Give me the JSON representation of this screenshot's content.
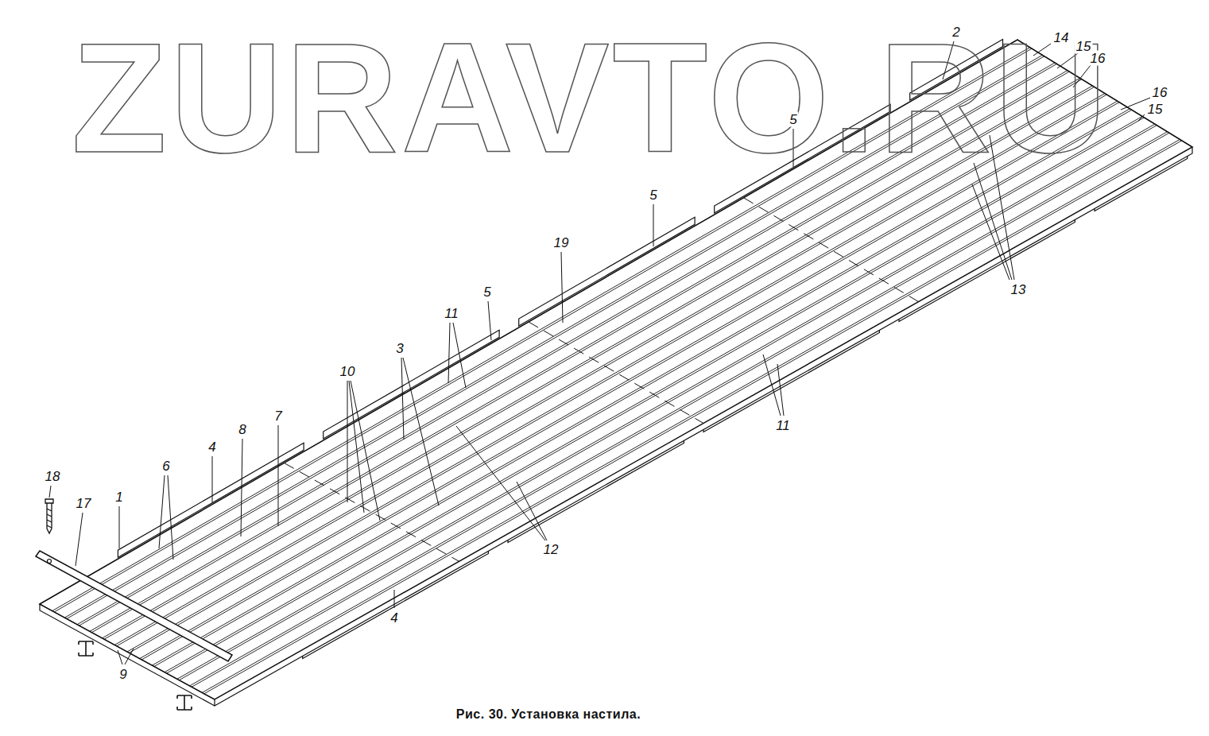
{
  "diagram": {
    "caption": "Рис. 30. Установка настила.",
    "labels": [
      "ZURAVTO.RU",
      "2",
      "14",
      "15",
      "16",
      "16",
      "15",
      "5",
      "5",
      "19",
      "5",
      "11",
      "3",
      "10",
      "4",
      "8",
      "7",
      "6",
      "18",
      "17",
      "1",
      "9",
      "4",
      "12",
      "11",
      "13"
    ]
  }
}
